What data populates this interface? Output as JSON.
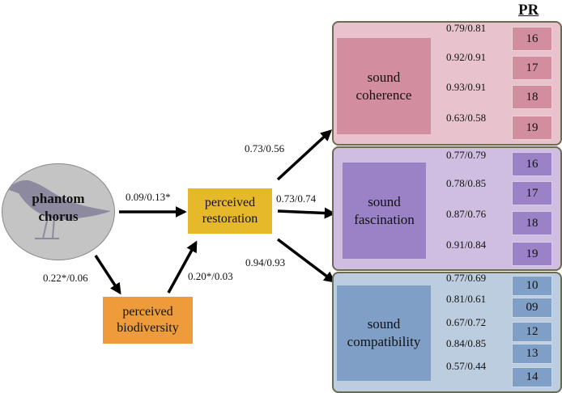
{
  "colors": {
    "coherence_panel": "#e8c3cd",
    "coherence_box": "#d28e9f",
    "fascination_panel": "#cfbee2",
    "fascination_box": "#9b82c6",
    "compatibility_panel": "#bccde0",
    "compatibility_box": "#7f9fc6",
    "perceived_box": "#e5b929",
    "biodiversity_box": "#ee9b3b",
    "chorus_circle": "#c4c4c4",
    "bird_icon": "#8d8aa0"
  },
  "header": {
    "pr_label": "PR"
  },
  "chorus": {
    "line1": "phantom",
    "line2": "chorus",
    "icon": "bird-silhouette-icon"
  },
  "nodes": {
    "restoration": {
      "line1": "perceived",
      "line2": "restoration"
    },
    "biodiversity": {
      "line1": "perceived",
      "line2": "biodiversity"
    }
  },
  "paths": {
    "chorus_to_restoration": "0.09/0.13*",
    "chorus_to_biodiversity": "0.22*/0.06",
    "biodiversity_to_restoration": "0.20*/0.03",
    "restoration_to_coherence": "0.73/0.56",
    "restoration_to_fascination": "0.73/0.74",
    "restoration_to_compatibility": "0.94/0.93"
  },
  "factors": {
    "coherence": {
      "line1": "sound",
      "line2": "coherence",
      "loadings": [
        "0.79/0.81",
        "0.92/0.91",
        "0.93/0.91",
        "0.63/0.58"
      ],
      "items": [
        "16",
        "17",
        "18",
        "19"
      ]
    },
    "fascination": {
      "line1": "sound",
      "line2": "fascination",
      "loadings": [
        "0.77/0.79",
        "0.78/0.85",
        "0.87/0.76",
        "0.91/0.84"
      ],
      "items": [
        "16",
        "17",
        "18",
        "19"
      ]
    },
    "compatibility": {
      "line1": "sound",
      "line2": "compatibility",
      "loadings": [
        "0.77/0.69",
        "0.81/0.61",
        "0.67/0.72",
        "0.84/0.85",
        "0.57/0.44"
      ],
      "items": [
        "10",
        "09",
        "12",
        "13",
        "14"
      ]
    }
  }
}
